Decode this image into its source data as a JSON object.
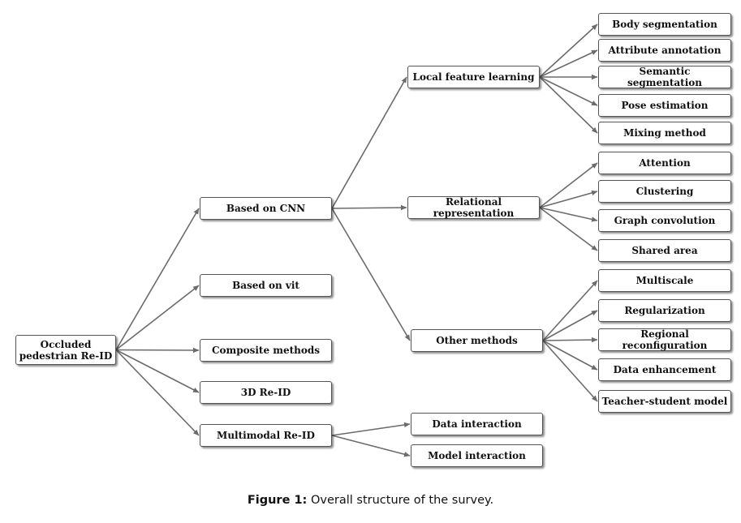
{
  "diagram": {
    "nodes": {
      "root": "Occluded\npedestrian Re-ID",
      "cnn": "Based on CNN",
      "vit": "Based on vit",
      "composite": "Composite methods",
      "re3d": "3D  Re-ID",
      "multimodal": "Multimodal Re-ID",
      "local": "Local feature learning",
      "relational": "Relational representation",
      "other": "Other methods",
      "data_interaction": "Data interaction",
      "model_interaction": "Model interaction",
      "body_seg": "Body segmentation",
      "attr_ann": "Attribute annotation",
      "sem_seg": "Semantic segmentation",
      "pose": "Pose estimation",
      "mixing": "Mixing method",
      "attention": "Attention",
      "clustering": "Clustering",
      "graph_conv": "Graph convolution",
      "shared_area": "Shared area",
      "multiscale": "Multiscale",
      "regularization": "Regularization",
      "regional": "Regional reconfiguration",
      "data_enh": "Data enhancement",
      "teacher": "Teacher-student model"
    },
    "edges": [
      [
        "root",
        "cnn"
      ],
      [
        "root",
        "vit"
      ],
      [
        "root",
        "composite"
      ],
      [
        "root",
        "re3d"
      ],
      [
        "root",
        "multimodal"
      ],
      [
        "cnn",
        "local"
      ],
      [
        "cnn",
        "relational"
      ],
      [
        "cnn",
        "other"
      ],
      [
        "multimodal",
        "data_interaction"
      ],
      [
        "multimodal",
        "model_interaction"
      ],
      [
        "local",
        "body_seg"
      ],
      [
        "local",
        "attr_ann"
      ],
      [
        "local",
        "sem_seg"
      ],
      [
        "local",
        "pose"
      ],
      [
        "local",
        "mixing"
      ],
      [
        "relational",
        "attention"
      ],
      [
        "relational",
        "clustering"
      ],
      [
        "relational",
        "graph_conv"
      ],
      [
        "relational",
        "shared_area"
      ],
      [
        "other",
        "multiscale"
      ],
      [
        "other",
        "regularization"
      ],
      [
        "other",
        "regional"
      ],
      [
        "other",
        "data_enh"
      ],
      [
        "other",
        "teacher"
      ]
    ]
  },
  "caption": {
    "label": "Figure 1:",
    "text": " Overall structure of the survey."
  },
  "colors": {
    "edge": "#6b6b6b",
    "border": "#555555"
  }
}
